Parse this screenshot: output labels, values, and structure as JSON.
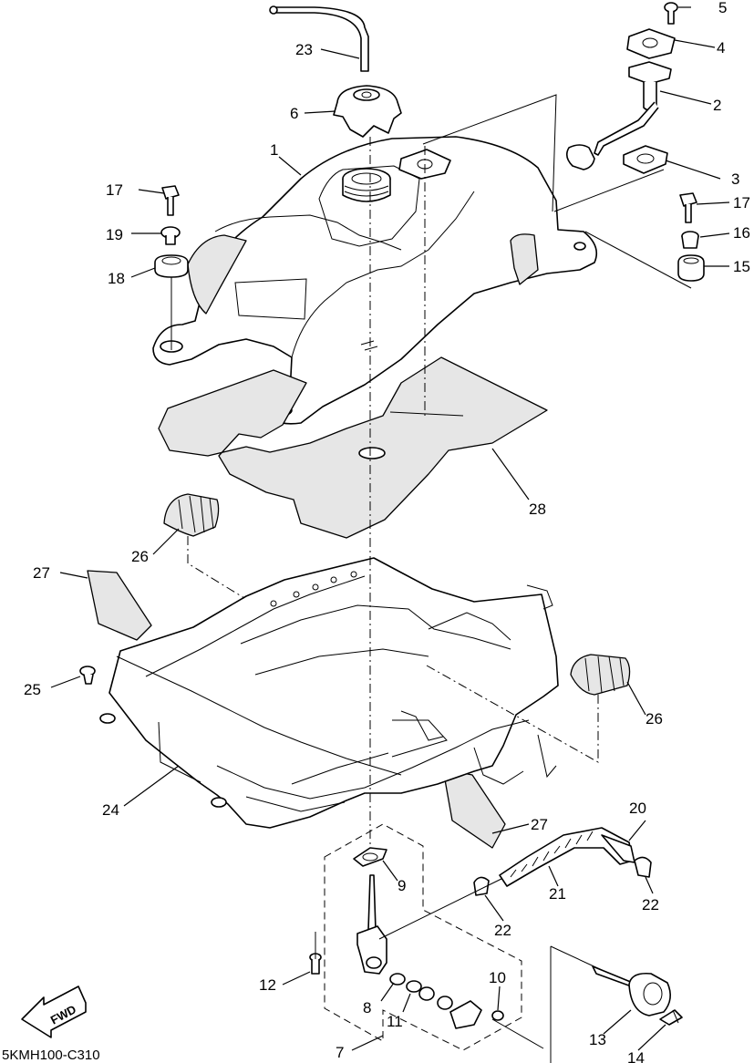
{
  "diagram_code": "5KMH100-C310",
  "fwd_label": "FWD",
  "callouts": {
    "c1": "1",
    "c2": "2",
    "c3": "3",
    "c4": "4",
    "c5": "5",
    "c6": "6",
    "c7": "7",
    "c8": "8",
    "c9": "9",
    "c10": "10",
    "c11": "11",
    "c12": "12",
    "c13": "13",
    "c14": "14",
    "c15": "15",
    "c16": "16",
    "c17a": "17",
    "c17b": "17",
    "c18": "18",
    "c19": "19",
    "c20": "20",
    "c21": "21",
    "c22a": "22",
    "c22b": "22",
    "c23": "23",
    "c24": "24",
    "c25": "25",
    "c26a": "26",
    "c26b": "26",
    "c27a": "27",
    "c27b": "27",
    "c28": "28"
  }
}
